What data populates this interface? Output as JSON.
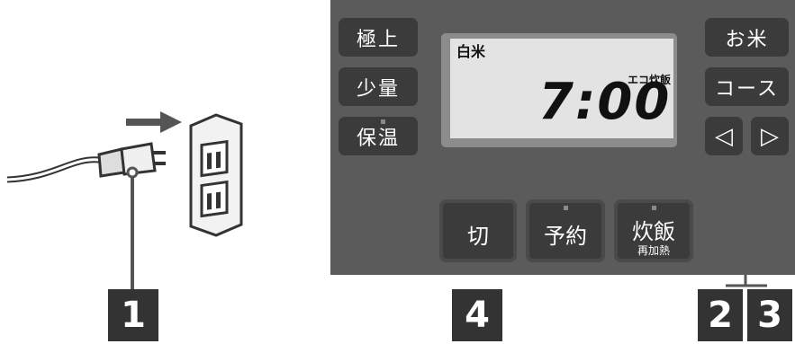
{
  "left_buttons": [
    "極上",
    "少量",
    "保温"
  ],
  "right_buttons": {
    "top": "お米",
    "mid": "コース",
    "left_arrow": "◁",
    "right_arrow": "▷"
  },
  "display": {
    "mode": "白米",
    "course": "エコ炊飯",
    "time": "7:00"
  },
  "bottom_buttons": {
    "off": "切",
    "timer": "予約",
    "cook": "炊飯",
    "reheat": "再加熱"
  },
  "callouts": [
    "1",
    "4",
    "2",
    "3"
  ],
  "colors": {
    "panel": "#5b5b5b",
    "button": "#3b3b3b",
    "lcd": "#e3e3e3",
    "badge": "#333333"
  }
}
